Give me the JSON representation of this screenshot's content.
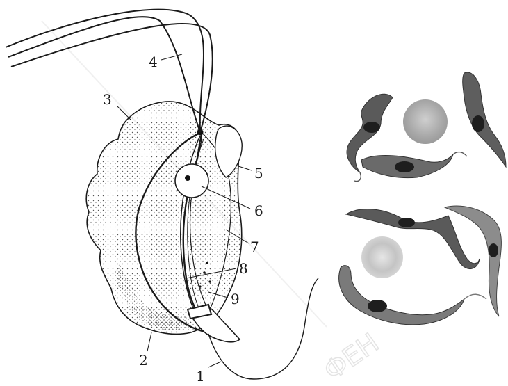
{
  "diagram": {
    "labels": [
      "1",
      "2",
      "3",
      "4",
      "5",
      "6",
      "7",
      "8",
      "9"
    ]
  },
  "watermark": {
    "text": "ФЕН"
  },
  "colors": {
    "ink": "#1a1a1a",
    "stain_dark": "#2b2b2b",
    "stain_mid": "#8a8a8a",
    "stain_light": "#b8b8b8"
  }
}
